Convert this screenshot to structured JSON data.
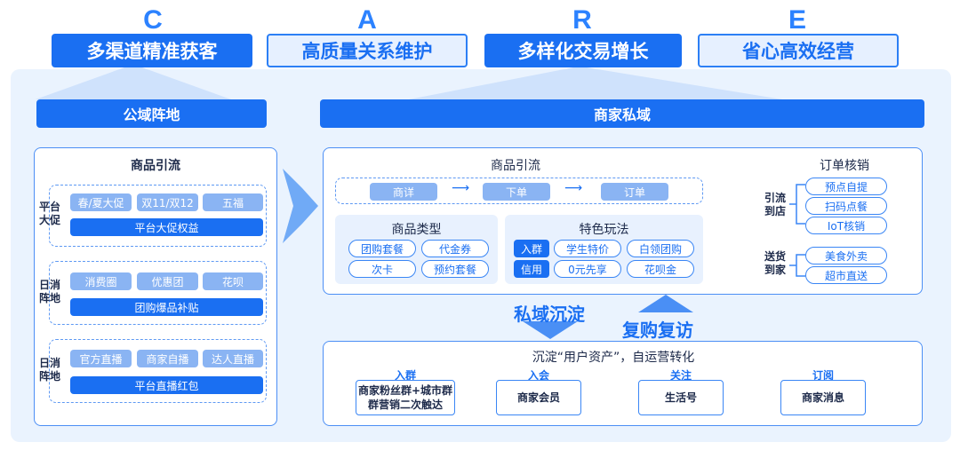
{
  "care": [
    {
      "letter": "C",
      "label": "多渠道精准获客",
      "style": "solid"
    },
    {
      "letter": "A",
      "label": "高质量关系维护",
      "style": "light"
    },
    {
      "letter": "R",
      "label": "多样化交易增长",
      "style": "solid"
    },
    {
      "letter": "E",
      "label": "省心高效经营",
      "style": "light"
    }
  ],
  "public": {
    "header": "公域阵地",
    "title": "商品引流",
    "groups": [
      {
        "side": "平台\n大促",
        "tags": [
          "春/夏大促",
          "双11/双12",
          "五福"
        ],
        "bar": "平台大促权益"
      },
      {
        "side": "日消\n阵地",
        "tags": [
          "消费圈",
          "优惠团",
          "花呗"
        ],
        "bar": "团购爆品补贴"
      },
      {
        "side": "日消\n阵地",
        "tags": [
          "官方直播",
          "商家自播",
          "达人直播"
        ],
        "bar": "平台直播红包"
      }
    ]
  },
  "private": {
    "header": "商家私域",
    "flow_title": "商品引流",
    "flow": [
      "商详",
      "下单",
      "订单"
    ],
    "types": {
      "title": "商品类型",
      "items": [
        "团购套餐",
        "代金券",
        "次卡",
        "预约套餐"
      ]
    },
    "features": {
      "title": "特色玩法",
      "rows": [
        {
          "key": "入群",
          "items": [
            "学生特价",
            "白领团购"
          ]
        },
        {
          "key": "信用",
          "items": [
            "0元先享",
            "花呗金"
          ]
        }
      ]
    },
    "order": {
      "title": "订单核销",
      "groups": [
        {
          "side": "引流\n到店",
          "items": [
            "预点自提",
            "扫码点餐",
            "IoT核销"
          ]
        },
        {
          "side": "送货\n到家",
          "items": [
            "美食外卖",
            "超市直送"
          ]
        }
      ]
    }
  },
  "mid": {
    "left": "私域沉淀",
    "right": "复购复访"
  },
  "bottom": {
    "title": "沉淀“用户资产”，自运营转化",
    "cols": [
      {
        "head": "入群",
        "box": "商家粉丝群+城市群\n群营销二次触达"
      },
      {
        "head": "入会",
        "box": "商家会员"
      },
      {
        "head": "关注",
        "box": "生活号"
      },
      {
        "head": "订阅",
        "box": "商家消息"
      }
    ]
  },
  "colors": {
    "primary": "#1a6ff2",
    "light": "#e6f0ff",
    "panel": "#eaf3fe",
    "tag": "#8ab4f3"
  }
}
